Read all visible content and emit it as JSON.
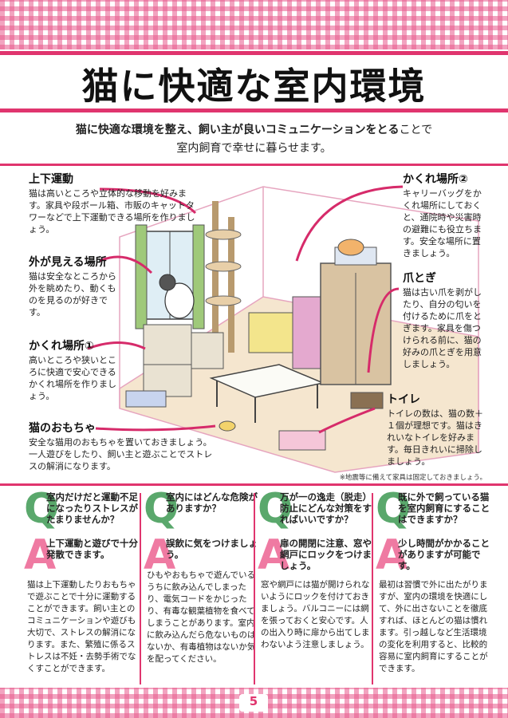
{
  "title": "猫に快適な室内環境",
  "intro": {
    "bold": "猫に快適な環境を整え、飼い主が良いコミュニケーションをとる",
    "tail": "ことで",
    "line2": "室内飼育で幸せに暮らせます。"
  },
  "labels": [
    {
      "title": "上下運動",
      "text": "猫は高いところや立体的な移動を好みます。家具や段ボール箱、市販のキャットタワーなどで上下運動できる場所を作りましょう。"
    },
    {
      "title": "外が見える場所",
      "text": "猫は安全なところから外を眺めたり、動くものを見るのが好きです。"
    },
    {
      "title": "かくれ場所①",
      "text": "高いところや狭いところに快適で安心できるかくれ場所を作りましょう。"
    },
    {
      "title": "猫のおもちゃ",
      "text": "安全な猫用のおもちゃを置いておきましょう。一人遊びをしたり、飼い主と遊ぶことでストレスの解消になります。"
    },
    {
      "title": "かくれ場所②",
      "text": "キャリーバッグをかくれ場所にしておくと、通院時や災害時の避難にも役立ちます。安全な場所に置きましょう。"
    },
    {
      "title": "爪とぎ",
      "text": "猫は古い爪を剥がしたり、自分の匂いを付けるために爪をとぎます。家具を傷つけられる前に、猫の好みの爪とぎを用意しましょう。"
    },
    {
      "title": "トイレ",
      "text": "トイレの数は、猫の数＋１個が理想です。猫はきれいなトイレを好みます。毎日きれいに掃除しましょう。"
    }
  ],
  "note": "※地震等に備えて家具は固定しておきましょう。",
  "qa": [
    {
      "q": "室内だけだと運動不足になったりストレスがたまりませんか？",
      "a_head": "上下運動と遊びで十分発散できます。",
      "a_body": "猫は上下運動したりおもちゃで遊ぶことで十分に運動することができます。飼い主とのコミュニケーションや遊びも大切で、ストレスの解消になります。また、繁殖に係るストレスは不妊・去勢手術でなくすことができます。"
    },
    {
      "q": "室内にはどんな危険がありますか？",
      "a_head": "誤飲に気をつけましょう。",
      "a_body": "ひもやおもちゃで遊んでいるうちに飲み込んでしまったり、電気コードをかじったり、有毒な観葉植物を食べてしまうことがあります。室内に飲み込んだら危ないものはないか、有毒植物はないか気を配ってください。"
    },
    {
      "q": "万が一の逸走（脱走）防止にどんな対策をすればいいですか？",
      "a_head": "扉の開閉に注意、窓や網戸にロックをつけましょう。",
      "a_body": "窓や網戸には猫が開けられないようにロックを付けておきましょう。バルコニーには網を張っておくと安心です。人の出入り時に扉から出てしまわないよう注意しましょう。"
    },
    {
      "q": "既に外で飼っている猫を室内飼育にすることはできますか？",
      "a_head": "少し時間がかかることがありますが可能です。",
      "a_body": "最初は習慣で外に出たがりますが、室内の環境を快適にして、外に出さないことを徹底すれば、ほとんどの猫は慣れます。引っ越しなど生活環境の変化を利用すると、比較的容易に室内飼育にすることができます。"
    }
  ],
  "qa_letters": {
    "q": "Q",
    "a": "A"
  },
  "page_number": "5",
  "colors": {
    "accent": "#e0356e",
    "q": "#5aa86c",
    "a": "#ef7aa2"
  }
}
